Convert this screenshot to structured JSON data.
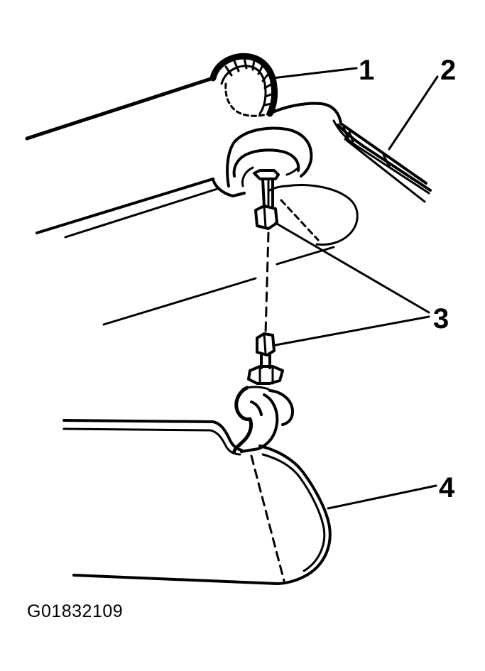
{
  "callouts": {
    "c1": "1",
    "c2": "2",
    "c3": "3",
    "c4": "4"
  },
  "figure_code": "G01832109",
  "colors": {
    "line": "#000000",
    "background": "#ffffff"
  }
}
